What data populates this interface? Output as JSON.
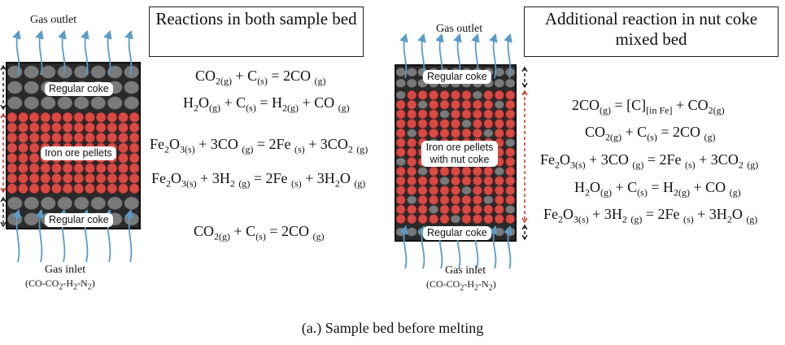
{
  "left_bed": {
    "gas_outlet": "Gas outlet",
    "gas_inlet": "Gas inlet",
    "gas_composition": "(CO-CO2-H2-N2)",
    "top_layer": "Regular coke",
    "middle_layer": "Iron ore pellets",
    "bottom_layer": "Regular coke"
  },
  "right_bed": {
    "gas_outlet": "Gas outlet",
    "gas_inlet": "Gas inlet",
    "gas_composition": "(CO-CO2-H2-N2)",
    "top_layer": "Regular coke",
    "middle_layer": "Iron ore pellets with nut coke",
    "bottom_layer": "Regular coke"
  },
  "box_left_title": "Reactions in both sample bed",
  "box_right_title": "Additional reaction in nut coke mixed bed",
  "left_equations": [
    "CO2(g) + C(s) = 2CO (g)",
    "H2O(g) + C(s) = H2(g) + CO (g)",
    "Fe2O3(s) + 3CO (g) = 2Fe (s) + 3CO2 (g)",
    "Fe2O3(s) + 3H2 (g) = 2Fe (s) + 3H2O (g)",
    "CO2(g) + C(s) = 2CO (g)"
  ],
  "right_equations": [
    "2CO(g) = [C][in Fe] + CO2(g)",
    "CO2(g) + C(s) = 2CO (g)",
    "Fe2O3(s) + 3CO (g) = 2Fe (s) + 3CO2 (g)",
    "H2O(g) + C(s) = H2(g) + CO (g)",
    "Fe2O3(s) + 3H2 (g) = 2Fe (s) + 3H2O (g)"
  ],
  "caption": "(a.) Sample bed before melting",
  "colors": {
    "coke": "#7a7a7a",
    "pellet": "#d94a45",
    "arrow": "#5b9bc8",
    "dashed_red": "#c0392b"
  }
}
